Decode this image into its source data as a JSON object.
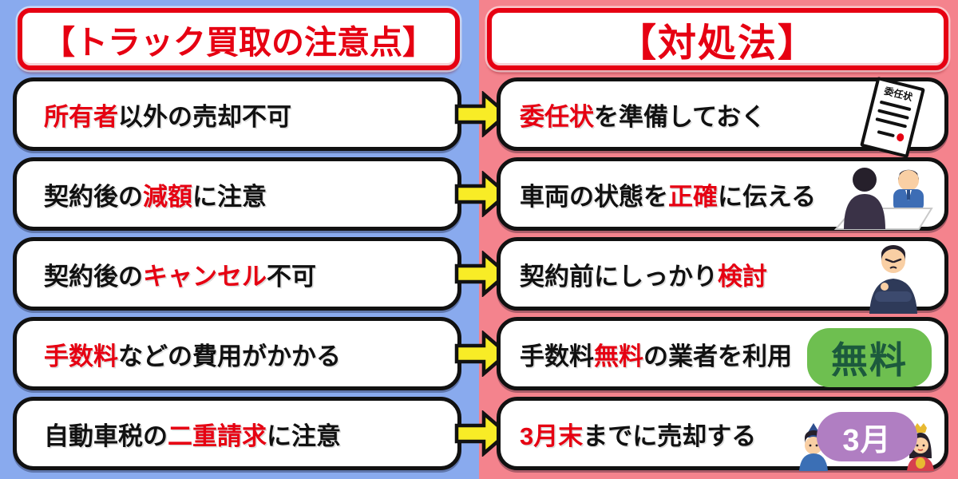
{
  "colors": {
    "bg-left": "#89aaee",
    "bg-right": "#f4838d",
    "accent": "#e60012",
    "arrow": "#f8ec26",
    "ink": "#111111",
    "free-green": "#6ebf50",
    "free-green-dark": "#1c5a3d",
    "march-purple": "#b07ec2"
  },
  "headers": {
    "left": "【トラック買取の注意点】",
    "right": "【対処法】"
  },
  "rows": [
    {
      "left": [
        {
          "text": "所有者",
          "em": true
        },
        {
          "text": "以外の売却不可",
          "em": false
        }
      ],
      "right": [
        {
          "text": "委任状",
          "em": true
        },
        {
          "text": "を準備しておく",
          "em": false
        }
      ],
      "illustration": "poa-document"
    },
    {
      "left": [
        {
          "text": "契約後の",
          "em": false
        },
        {
          "text": "減額",
          "em": true
        },
        {
          "text": "に注意",
          "em": false
        }
      ],
      "right": [
        {
          "text": "車両の状態を",
          "em": false
        },
        {
          "text": "正確",
          "em": true
        },
        {
          "text": "に伝える",
          "em": false
        }
      ],
      "illustration": "negotiation-people"
    },
    {
      "left": [
        {
          "text": "契約後の",
          "em": false
        },
        {
          "text": "キャンセル",
          "em": true
        },
        {
          "text": "不可",
          "em": false
        }
      ],
      "right": [
        {
          "text": "契約前にしっかり",
          "em": false
        },
        {
          "text": "検討",
          "em": true
        }
      ],
      "illustration": "thinking-man"
    },
    {
      "left": [
        {
          "text": "手数料",
          "em": true
        },
        {
          "text": "などの費用がかかる",
          "em": false
        }
      ],
      "right": [
        {
          "text": "手数料",
          "em": false
        },
        {
          "text": "無料",
          "em": true
        },
        {
          "text": "の業者を利用",
          "em": false
        }
      ],
      "illustration": "free-sign"
    },
    {
      "left": [
        {
          "text": "自動車税の",
          "em": false
        },
        {
          "text": "二重請求",
          "em": true
        },
        {
          "text": "に注意",
          "em": false
        }
      ],
      "right": [
        {
          "text": "3月末",
          "em": true
        },
        {
          "text": "までに売却する",
          "em": false
        }
      ],
      "illustration": "march-dolls"
    }
  ],
  "illustrations": {
    "doc_label": "委任状",
    "free_label": "無料",
    "march_label": "3月"
  }
}
